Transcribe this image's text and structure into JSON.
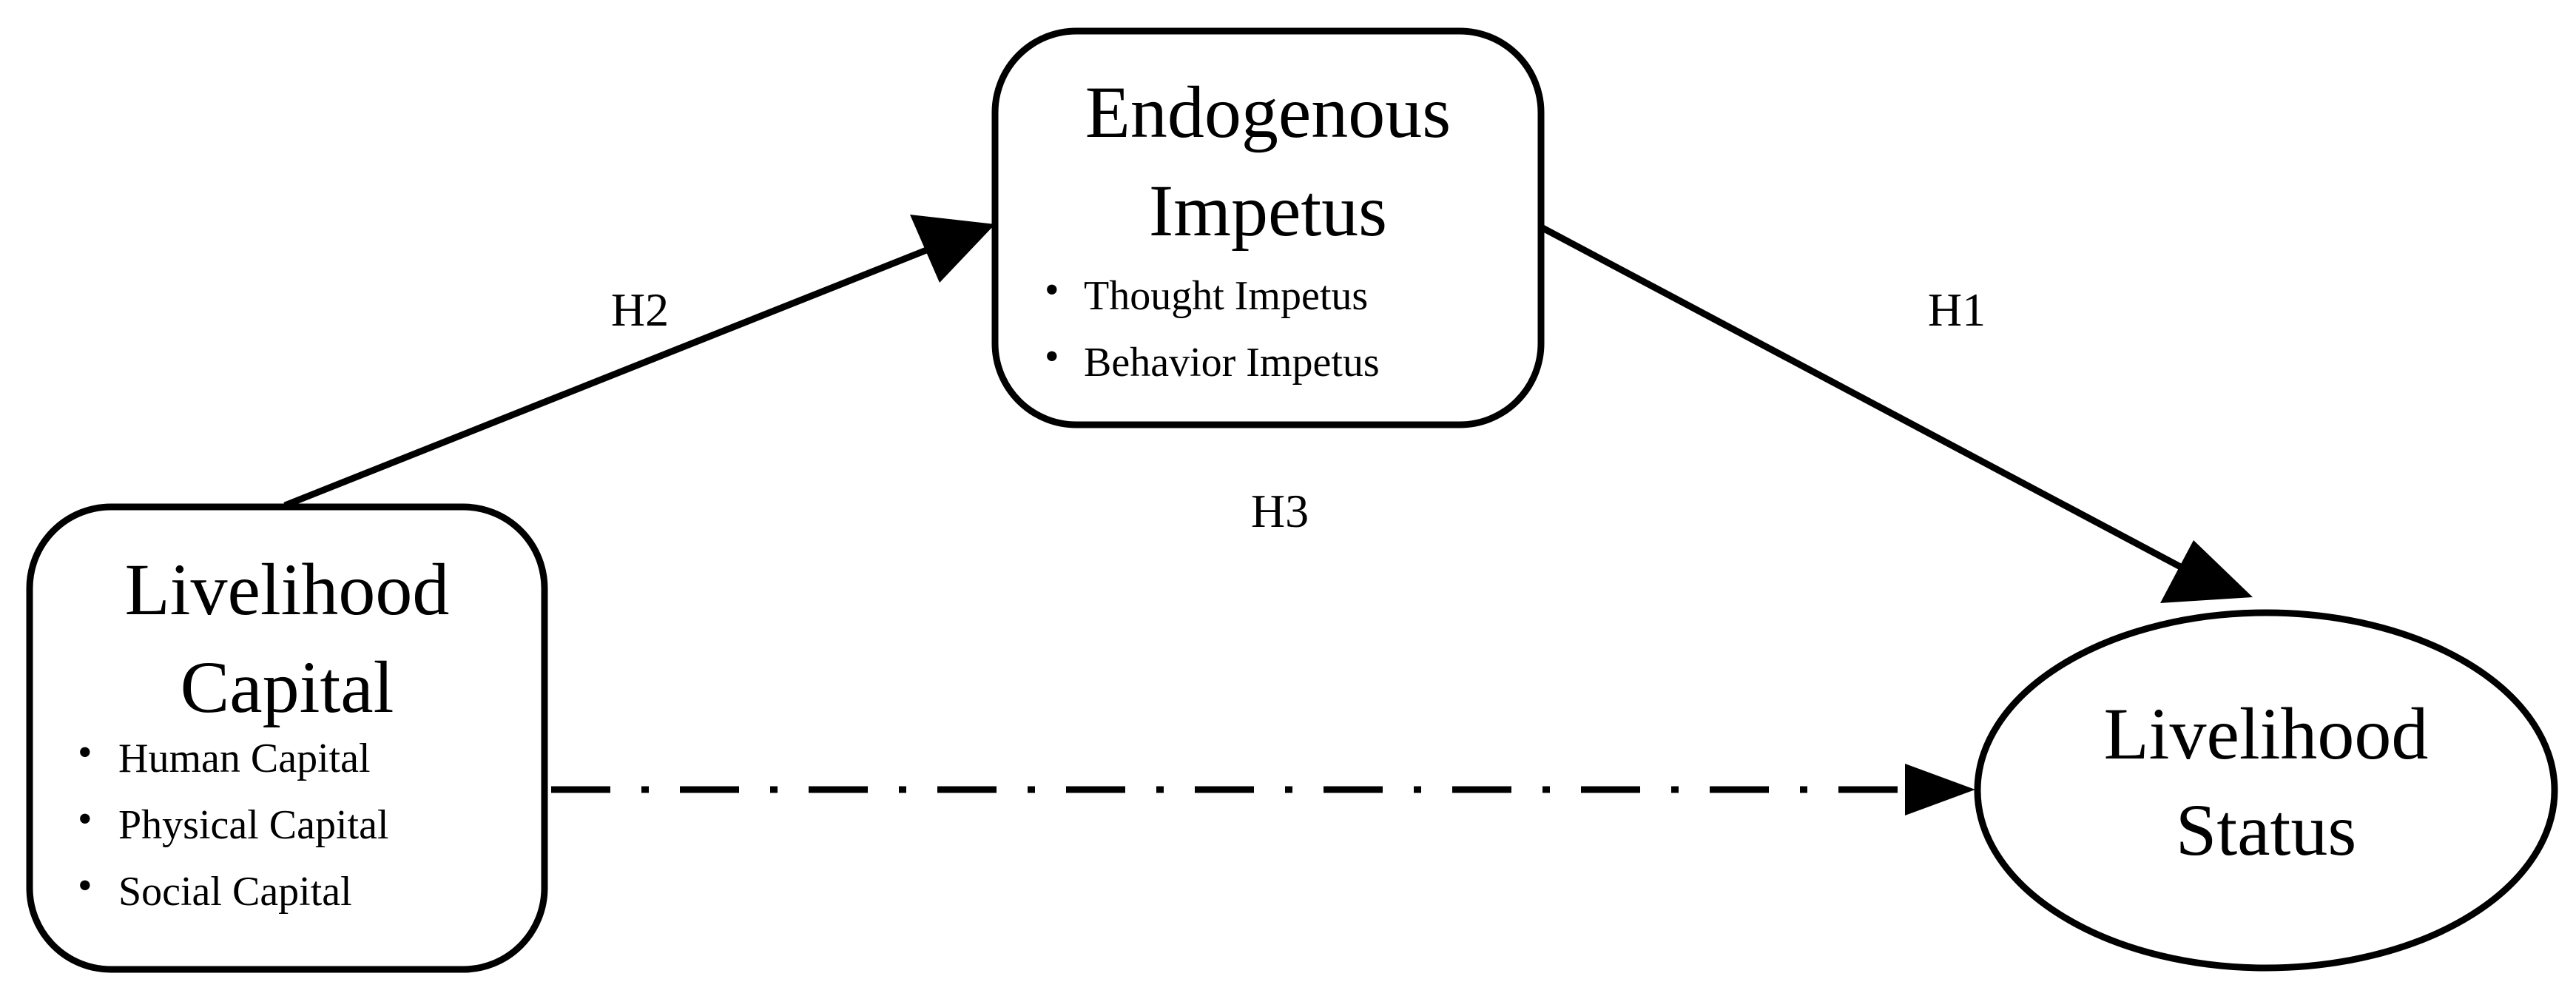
{
  "nodes": {
    "endogenous": {
      "title_line1": "Endogenous",
      "title_line2": "Impetus",
      "items": [
        "Thought Impetus",
        "Behavior Impetus"
      ]
    },
    "capital": {
      "title_line1": "Livelihood",
      "title_line2": "Capital",
      "items": [
        "Human Capital",
        "Physical Capital",
        "Social Capital"
      ]
    },
    "status": {
      "title_line1": "Livelihood",
      "title_line2": "Status"
    }
  },
  "hypotheses": {
    "h1": "H1",
    "h2": "H2",
    "h3": "H3"
  },
  "bullet": "•",
  "colors": {
    "stroke": "#000000",
    "background": "#ffffff"
  }
}
